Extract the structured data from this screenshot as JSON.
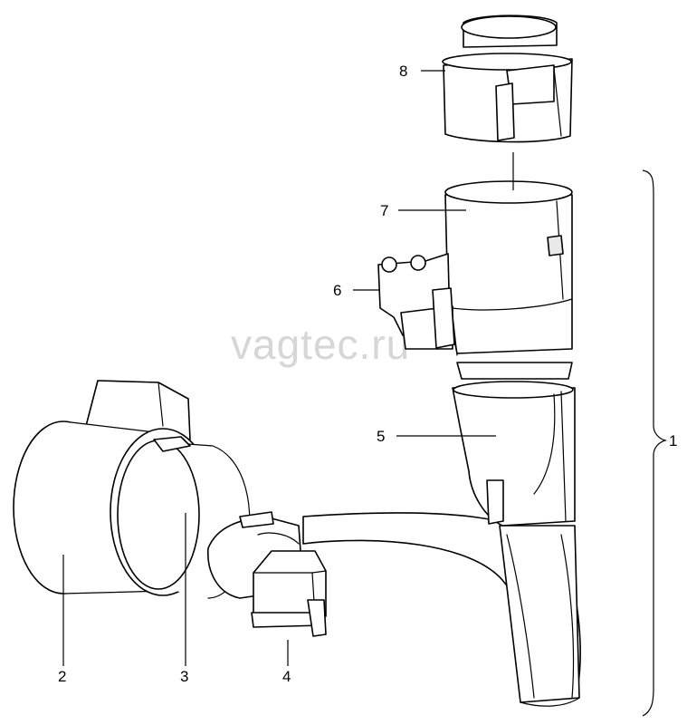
{
  "watermark": "vagtec.ru",
  "callouts": {
    "c1": "1",
    "c2": "2",
    "c3": "3",
    "c4": "4",
    "c5": "5",
    "c6": "6",
    "c7": "7",
    "c8": "8"
  }
}
